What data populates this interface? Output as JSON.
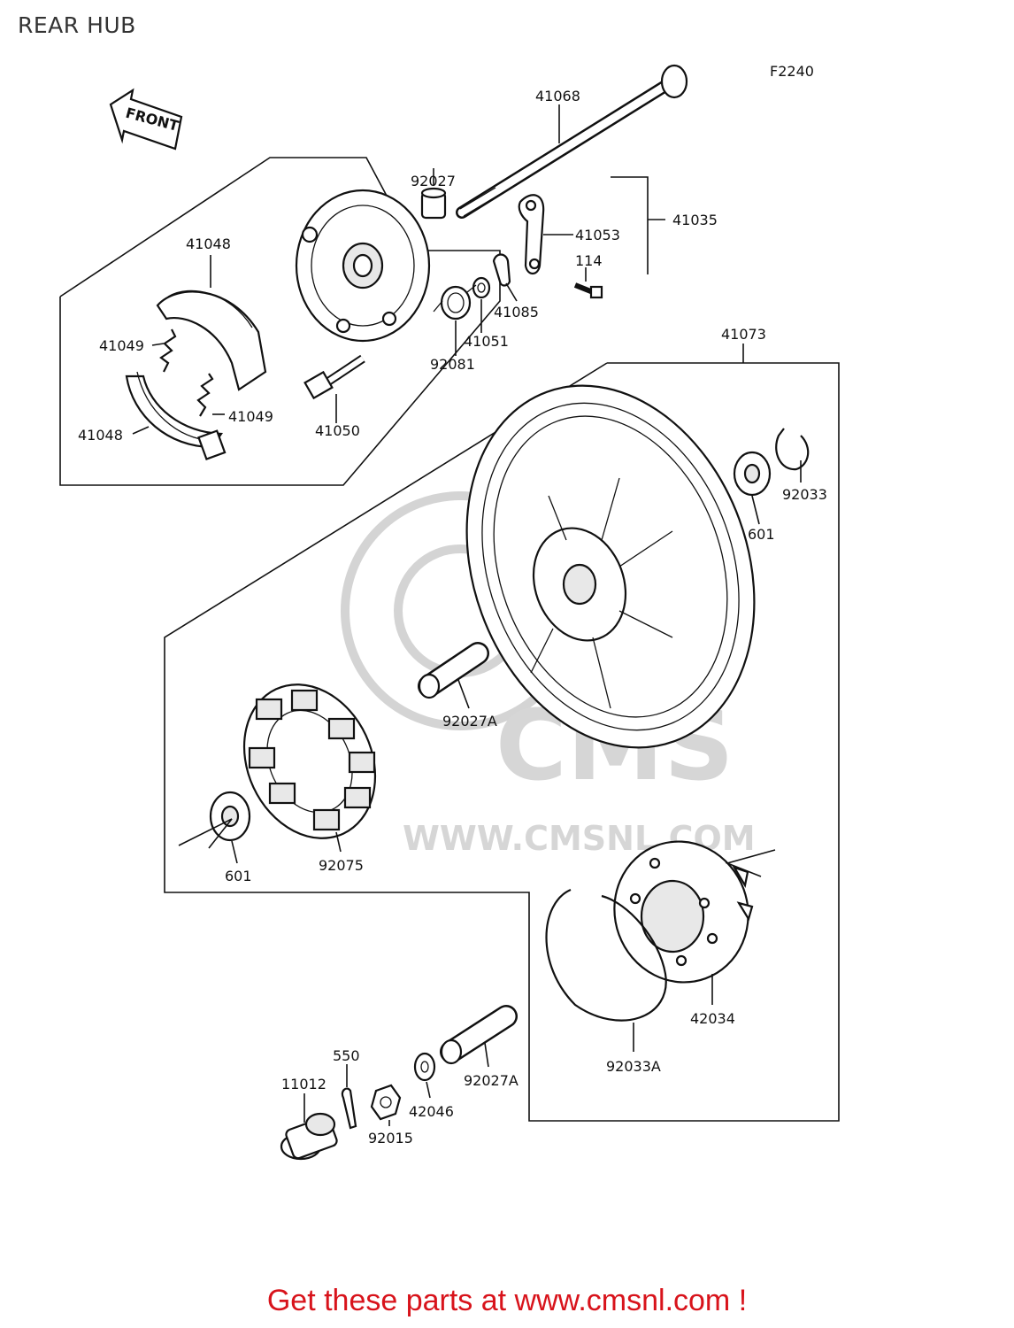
{
  "page_title": "REAR HUB",
  "figure_code": "F2240",
  "front_arrow_label": "FRONT",
  "watermark": {
    "brand": "CMS",
    "url": "WWW.CMSNL.COM"
  },
  "part_labels": {
    "p41068": "41068",
    "p92027": "92027",
    "p41053": "41053",
    "p41035": "41035",
    "p41048_top": "41048",
    "p41049_top": "41049",
    "p41049_bottom": "41049",
    "p41048_bottom": "41048",
    "p114": "114",
    "p41085": "41085",
    "p41051": "41051",
    "p92081": "92081",
    "p41050": "41050",
    "p41073": "41073",
    "p92033": "92033",
    "p601_right": "601",
    "p92027A_mid": "92027A",
    "p601_left": "601",
    "p92075": "92075",
    "p42034": "42034",
    "p92033A": "92033A",
    "p550": "550",
    "p11012": "11012",
    "p42046": "42046",
    "p92027A_bottom": "92027A",
    "p92015": "92015"
  },
  "promo_text": "Get these parts at www.cmsnl.com !"
}
